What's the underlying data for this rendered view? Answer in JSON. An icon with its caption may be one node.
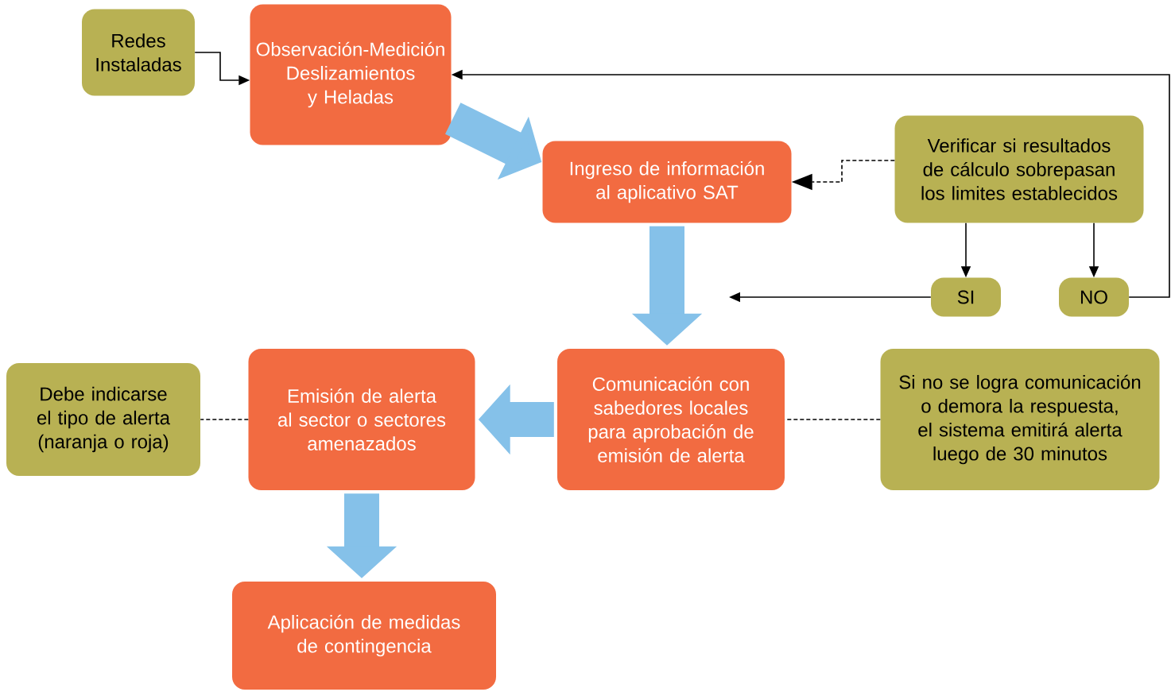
{
  "diagram": {
    "nodes": [
      {
        "text": [
          "Redes Instaladas"
        ]
      },
      {
        "text": [
          "Observación-Medición Deslizamientos y Heladas"
        ]
      },
      {
        "text": [
          "Ingreso de información al aplicativo SAT"
        ]
      },
      {
        "text": [
          "Verificar si resultados de cálculo sobrepasan los limites establecidos"
        ]
      },
      {
        "text": [
          "SI"
        ]
      },
      {
        "text": [
          "NO"
        ]
      },
      {
        "text": [
          "Debe indicarse el tipo de alerta (naranja o roja)"
        ]
      },
      {
        "text": [
          "Emisión de alerta al sector o sectores amenazados"
        ]
      },
      {
        "text": [
          "Comunicación con sabedores locales para aprobación de emisión de alerta"
        ]
      },
      {
        "text": [
          "Si no se logra comunicación o demora la respuesta, el sistema emitirá alerta luego de 30 minutos"
        ]
      },
      {
        "text": [
          "Aplicación de medidas de contingencia"
        ]
      }
    ],
    "edges": [
      {
        "from": 0,
        "to": 1,
        "arrow": "to"
      },
      {
        "from": 1,
        "to": 2,
        "arrow": "to",
        "style": "thick",
        "color": "#85c1e9"
      },
      {
        "from": 3,
        "to": 2,
        "arrow": "to",
        "style": "dashed"
      },
      {
        "from": 3,
        "to": 4,
        "arrow": "to"
      },
      {
        "from": 3,
        "to": 5,
        "arrow": "to"
      },
      {
        "from": 5,
        "to": 1,
        "arrow": "to"
      },
      {
        "from": 4,
        "to": null,
        "arrow": "to"
      },
      {
        "from": 2,
        "to": 8,
        "arrow": "to",
        "style": "thick",
        "color": "#85c1e9"
      },
      {
        "from": 8,
        "to": 7,
        "arrow": "to",
        "style": "thick",
        "color": "#85c1e9"
      },
      {
        "from": 7,
        "to": 6,
        "arrow": "none",
        "style": "dashed"
      },
      {
        "from": 9,
        "to": 8,
        "arrow": "none",
        "style": "dashed"
      },
      {
        "from": 7,
        "to": 10,
        "arrow": "to",
        "style": "thick",
        "color": "#85c1e9"
      }
    ]
  }
}
